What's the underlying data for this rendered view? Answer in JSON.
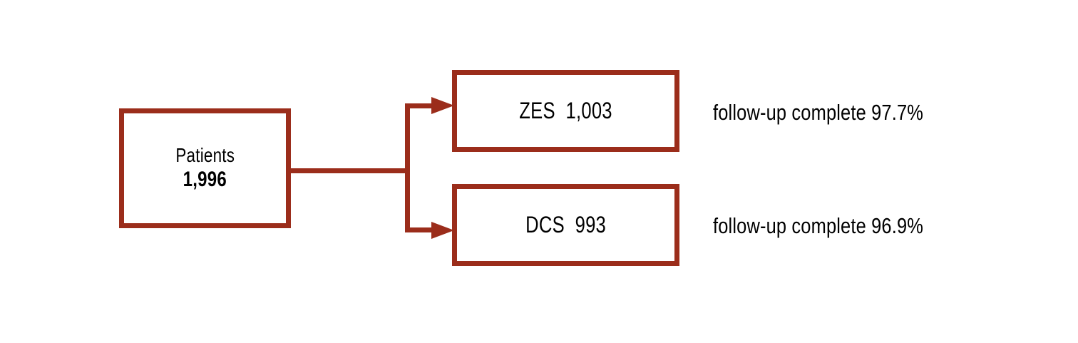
{
  "figure": {
    "type": "flowchart",
    "orientation": "left-to-right",
    "background_color": "#ffffff",
    "stroke_color": "#9b2d1b",
    "text_color": "#000000"
  },
  "nodes": {
    "patients": {
      "title": "Patients",
      "count": "1,996"
    },
    "zes": {
      "label": "ZES  1,003"
    },
    "dcs": {
      "label": "DCS  993"
    }
  },
  "annotations": {
    "zes_followup": "follow-up complete 97.7%",
    "dcs_followup": "follow-up complete 96.9%"
  },
  "chart_data": {
    "type": "diagram",
    "title": "",
    "nodes": [
      {
        "id": "patients",
        "label": "Patients",
        "value": 1996,
        "value_text": "1,996"
      },
      {
        "id": "zes",
        "label": "ZES",
        "value": 1003,
        "value_text": "1,003",
        "followup_complete_pct": 97.7
      },
      {
        "id": "dcs",
        "label": "DCS",
        "value": 993,
        "value_text": "993",
        "followup_complete_pct": 96.9
      }
    ],
    "edges": [
      {
        "from": "patients",
        "to": "zes",
        "arrow": true
      },
      {
        "from": "patients",
        "to": "dcs",
        "arrow": true
      }
    ]
  }
}
